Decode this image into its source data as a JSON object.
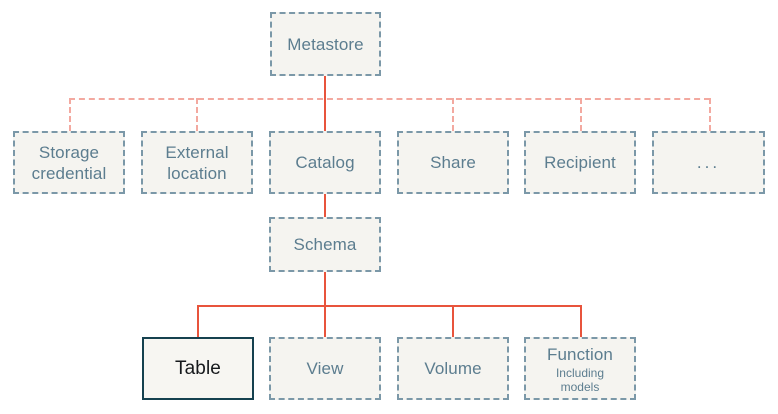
{
  "diagram": {
    "type": "hierarchy-tree",
    "title": "",
    "colors": {
      "background": "#ffffff",
      "node_fill": "#f5f4f0",
      "node_border": "#7b98a8",
      "node_text": "#5c7d8f",
      "connector_active": "#e8543c",
      "connector_inactive": "#f3a9a0",
      "highlight_border": "#15414f",
      "highlight_text": "#16191c"
    },
    "nodes": {
      "metastore": {
        "label": "Metastore"
      },
      "storage_credential": {
        "label": "Storage\ncredential"
      },
      "external_location": {
        "label": "External\nlocation"
      },
      "catalog": {
        "label": "Catalog"
      },
      "share": {
        "label": "Share"
      },
      "recipient": {
        "label": "Recipient"
      },
      "ellipsis": {
        "label": "..."
      },
      "schema": {
        "label": "Schema"
      },
      "table": {
        "label": "Table"
      },
      "view": {
        "label": "View"
      },
      "volume": {
        "label": "Volume"
      },
      "function": {
        "label": "Function",
        "sublabel": "Including\nmodels"
      }
    },
    "edges": [
      {
        "from": "metastore",
        "to": "storage_credential",
        "style": "dashed"
      },
      {
        "from": "metastore",
        "to": "external_location",
        "style": "dashed"
      },
      {
        "from": "metastore",
        "to": "catalog",
        "style": "solid"
      },
      {
        "from": "metastore",
        "to": "share",
        "style": "dashed"
      },
      {
        "from": "metastore",
        "to": "recipient",
        "style": "dashed"
      },
      {
        "from": "metastore",
        "to": "ellipsis",
        "style": "dashed"
      },
      {
        "from": "catalog",
        "to": "schema",
        "style": "solid"
      },
      {
        "from": "schema",
        "to": "table",
        "style": "solid"
      },
      {
        "from": "schema",
        "to": "view",
        "style": "solid"
      },
      {
        "from": "schema",
        "to": "volume",
        "style": "solid"
      },
      {
        "from": "schema",
        "to": "function",
        "style": "solid"
      }
    ],
    "selected_node": "table"
  }
}
